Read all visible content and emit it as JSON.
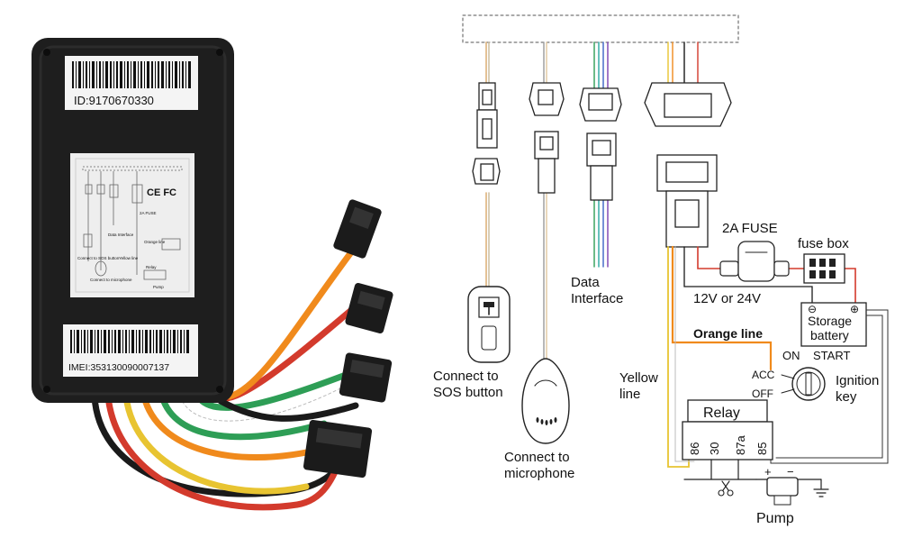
{
  "device": {
    "id_label": "ID:9170670330",
    "imei_label": "IMEI:353130090007137",
    "cert_label": "CE FC",
    "mini_labels": [
      "Data Interface",
      "2A FUSE",
      "Connect to SOS button",
      "Orange line",
      "Yellow line",
      "Relay",
      "Connect to microphone",
      "Pump"
    ]
  },
  "diagram": {
    "fuse": "2A FUSE",
    "fuse_box": "fuse box",
    "voltage": "12V or 24V",
    "battery_line1": "Storage",
    "battery_line2": "battery",
    "minus": "⊖",
    "plus": "⊕",
    "orange_line": "Orange line",
    "yellow_line1": "Yellow",
    "yellow_line2": "line",
    "ignition": {
      "on": "ON",
      "start": "START",
      "acc": "ACC",
      "off": "OFF",
      "label1": "Ignition",
      "label2": "key"
    },
    "relay": {
      "title": "Relay",
      "pins": [
        "86",
        "30",
        "87a",
        "85"
      ]
    },
    "pump": "Pump",
    "pump_plus": "+",
    "pump_minus": "−",
    "data_interface1": "Data",
    "data_interface2": "Interface",
    "sos1": "Connect to",
    "sos2": "SOS button",
    "mic1": "Connect to",
    "mic2": "microphone"
  },
  "colors": {
    "device_body": "#1e1e1e",
    "orange": "#f08a1c",
    "yellow": "#e8c431",
    "red": "#d33a2c",
    "green": "#2e9e56",
    "teal": "#26a8a0",
    "blue": "#3b62c4",
    "purple": "#7a3fb0"
  }
}
